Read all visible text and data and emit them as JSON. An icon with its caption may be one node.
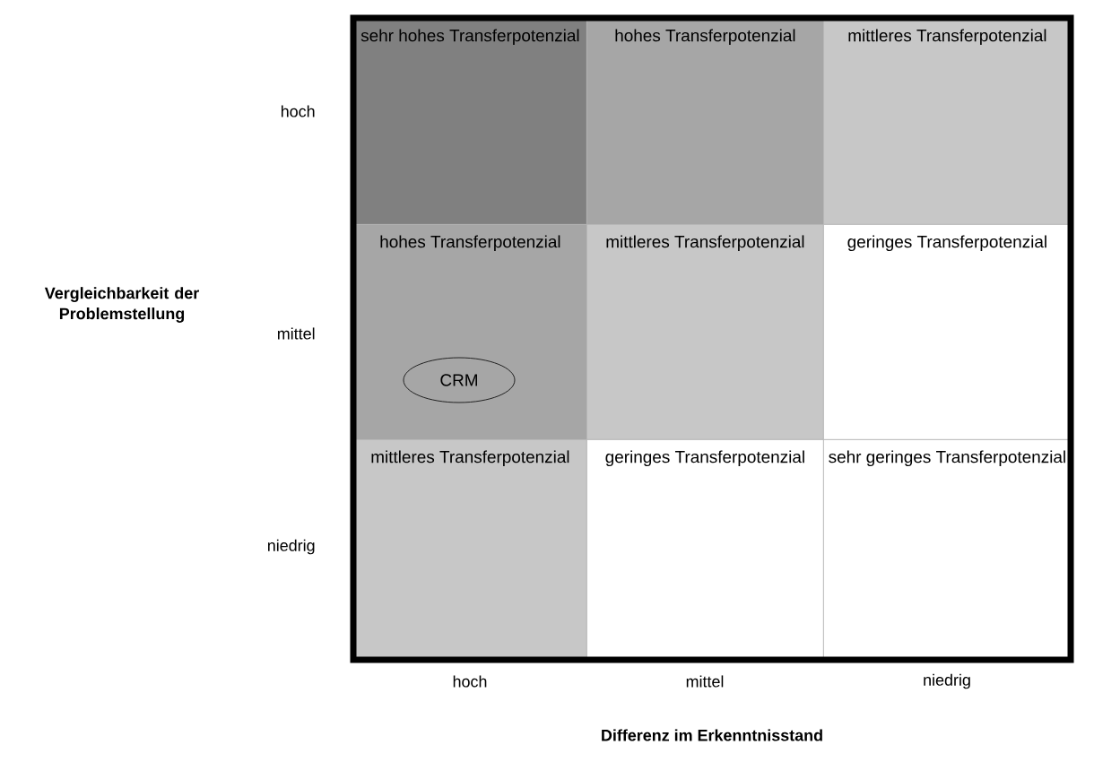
{
  "diagram": {
    "nodes": [
      {
        "text": [
          "sehr hohes Transferpotenzial"
        ]
      },
      {
        "text": [
          "hohes Transferpotenzial"
        ]
      },
      {
        "text": [
          "mittleres Transferpotenzial"
        ]
      },
      {
        "text": [
          "hohes Transferpotenzial"
        ]
      },
      {
        "text": [
          "mittleres Transferpotenzial"
        ]
      },
      {
        "text": [
          "geringes Transferpotenzial"
        ]
      },
      {
        "text": [
          "mittleres Transferpotenzial"
        ]
      },
      {
        "text": [
          "geringes Transferpotenzial"
        ]
      },
      {
        "text": [
          "sehr geringes Transferpotenzial"
        ]
      },
      {
        "text": [
          "CRM"
        ],
        "in": 3
      }
    ],
    "labels": [
      "hoch",
      "Vergleichbarkeit der Problemstellung",
      "mittel",
      "niedrig",
      "hoch",
      "mittel",
      "niedrig",
      "Differenz im Erkenntnisstand"
    ]
  }
}
